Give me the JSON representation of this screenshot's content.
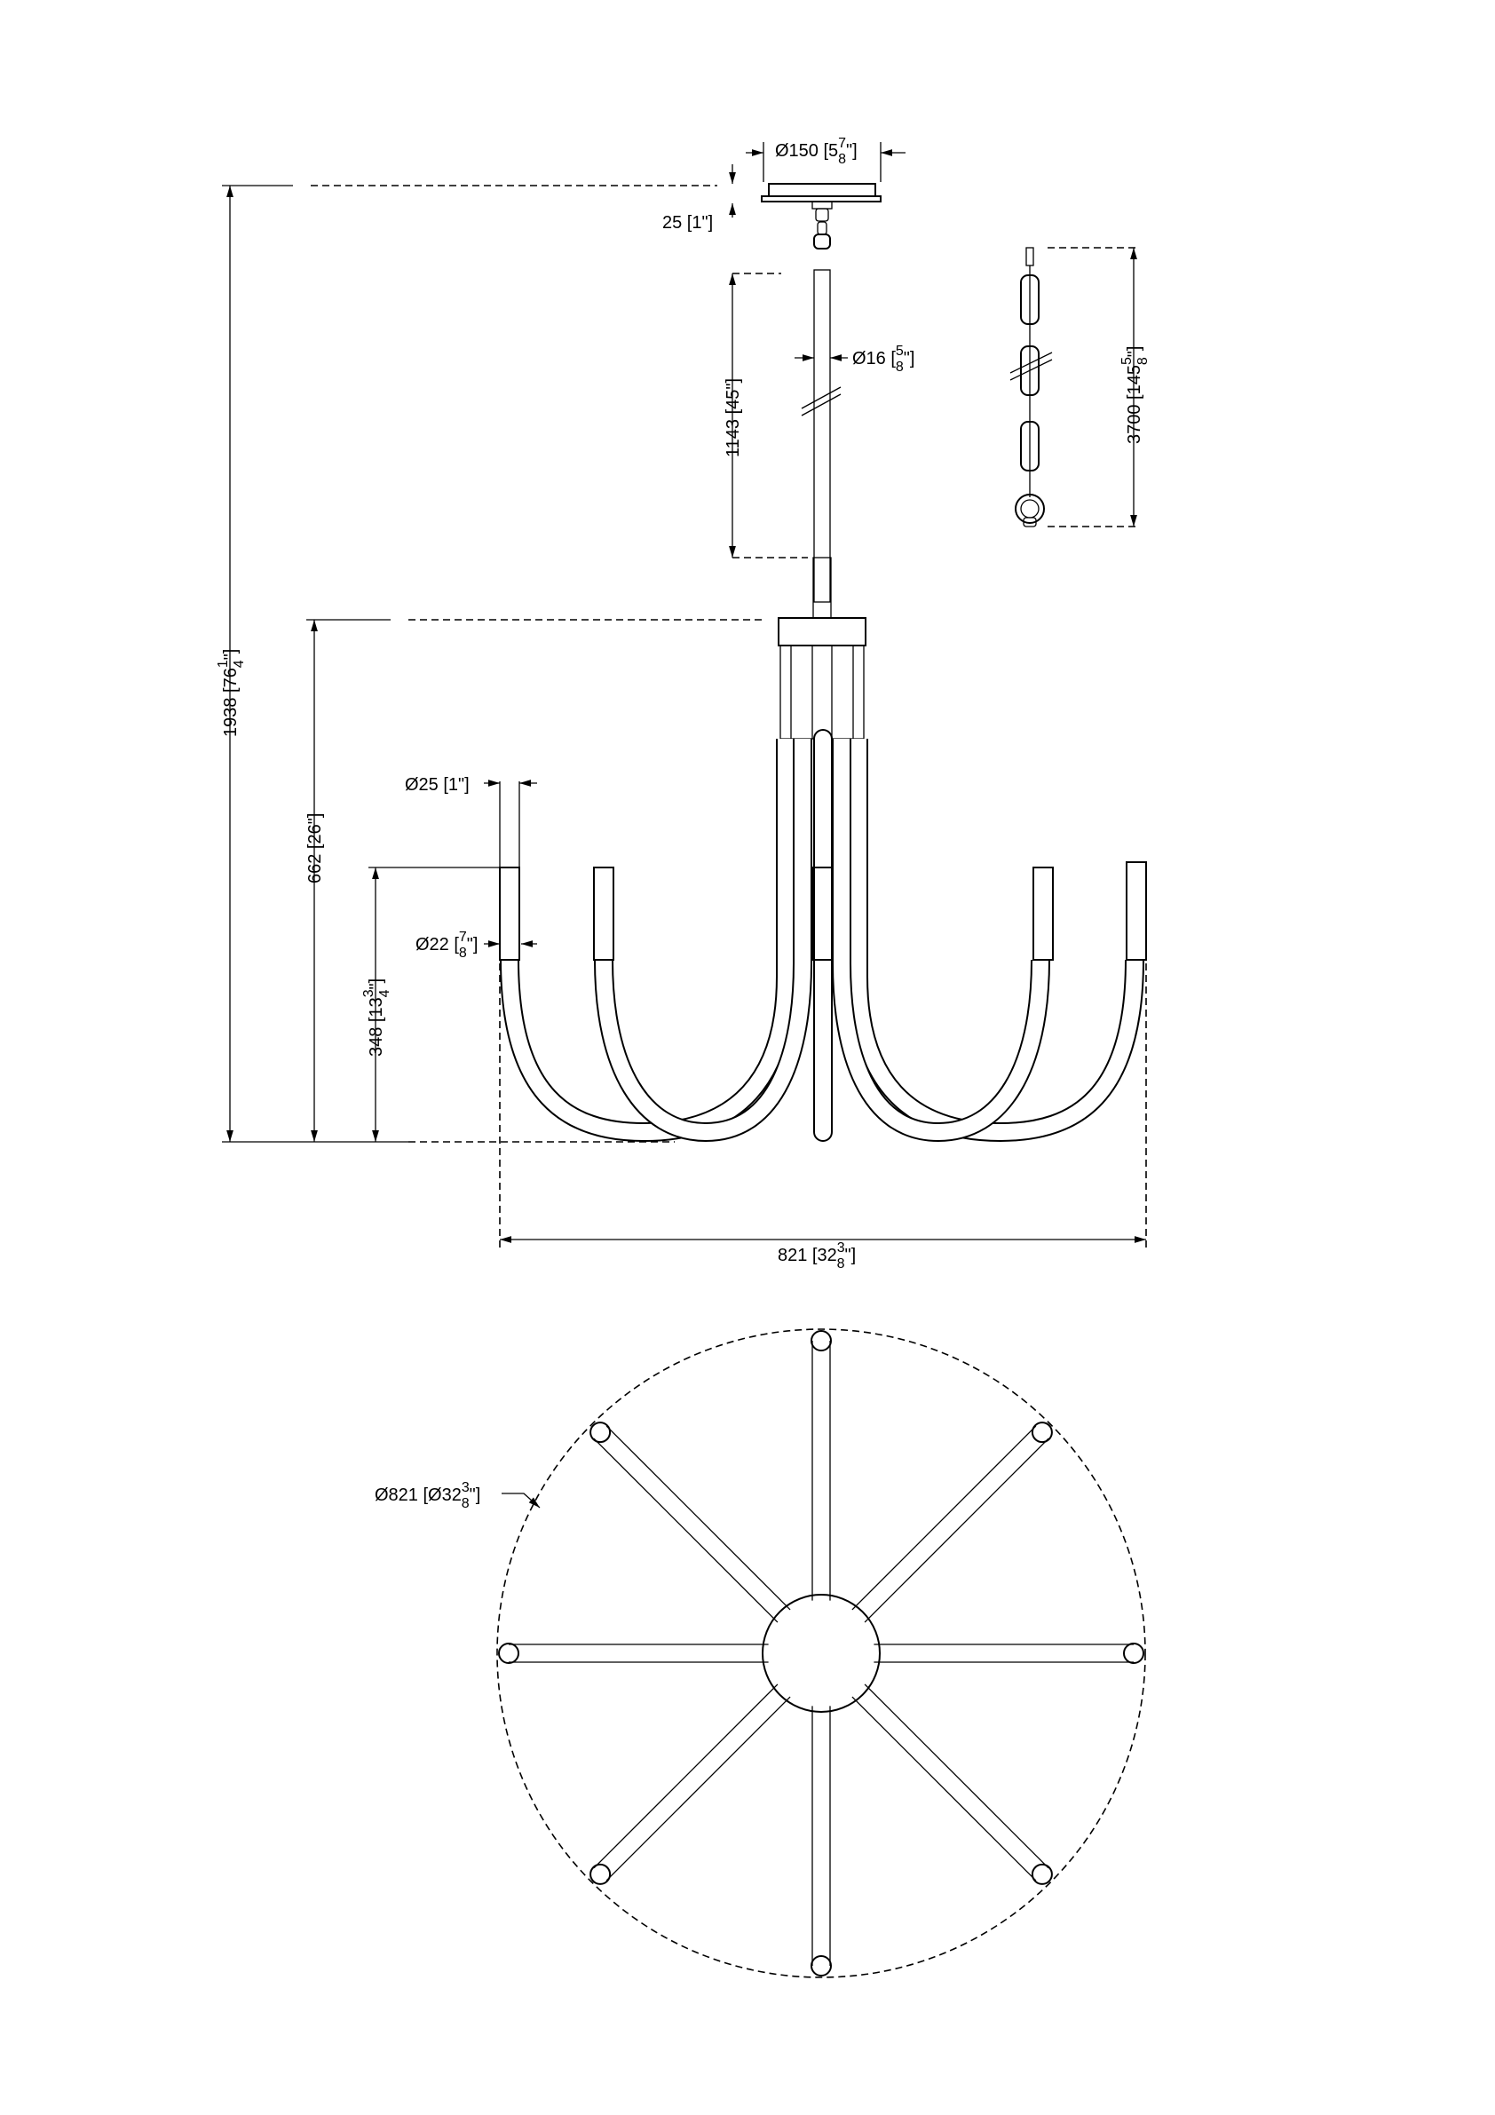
{
  "title": "Chandelier dimension drawing",
  "colors": {
    "line": "#000000",
    "background": "#ffffff"
  },
  "dimensions": {
    "canopy_diameter": {
      "whole": "Ø150 [5",
      "num": "7",
      "den": "8",
      "suffix": "\"]"
    },
    "canopy_height": {
      "text": "25 [1\"]"
    },
    "rod_diameter": {
      "whole": "Ø16 [",
      "num": "5",
      "den": "8",
      "suffix": "\"]"
    },
    "rod_length": {
      "text": "1143 [45\"]"
    },
    "chain_length": {
      "whole": "3700 [145",
      "num": "5",
      "den": "8",
      "suffix": "\"]"
    },
    "overall_height": {
      "whole": "1938 [76",
      "num": "1",
      "den": "4",
      "suffix": "\"]"
    },
    "body_height": {
      "text": "662 [26\"]"
    },
    "arm_height": {
      "whole": "348 [13",
      "num": "3",
      "den": "4",
      "suffix": "\"]"
    },
    "cup_diameter": {
      "text": "Ø25 [1\"]"
    },
    "arm_diameter": {
      "whole": "Ø22 [",
      "num": "7",
      "den": "8",
      "suffix": "\"]"
    },
    "overall_width": {
      "whole": "821 [32",
      "num": "3",
      "den": "8",
      "suffix": "\"]"
    },
    "top_view_diameter": {
      "whole": "Ø821 [Ø32",
      "num": "3",
      "den": "8",
      "suffix": "\"]"
    }
  }
}
